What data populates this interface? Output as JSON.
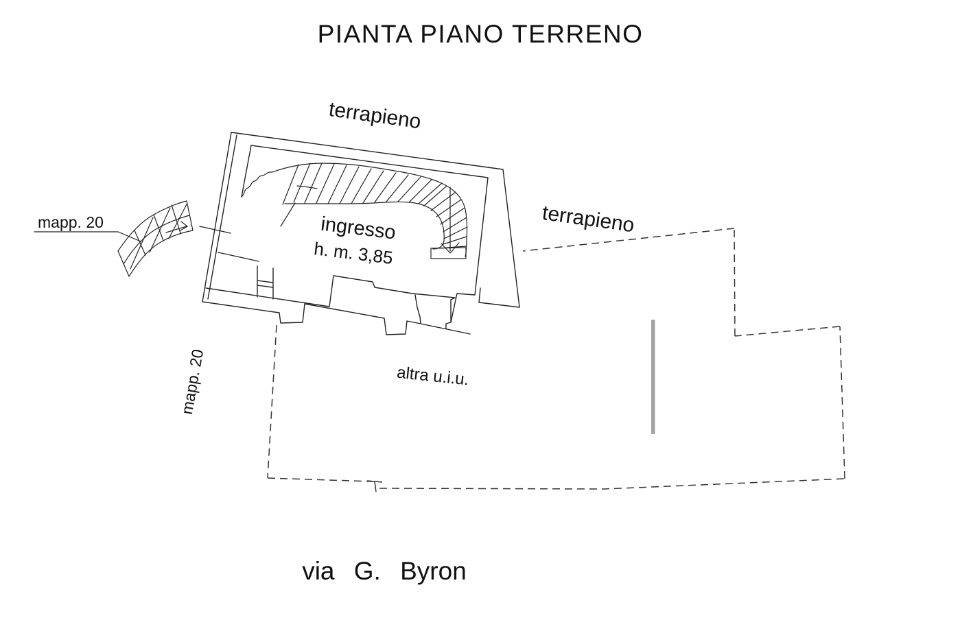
{
  "title": "PIANTA PIANO TERRENO",
  "labels": {
    "terrapieno_top": "terrapieno",
    "terrapieno_right": "terrapieno",
    "mapp20_left": "mapp. 20",
    "mapp20_side": "mapp. 20",
    "ingresso": "ingresso",
    "ingresso_height": "h. m. 3,85",
    "altra_uiu": "altra u.i.u.",
    "street": "via G. Byron"
  },
  "colors": {
    "line": "#222222",
    "dash": "#333333",
    "gray_bar": "#a3a3a3",
    "background": "#ffffff",
    "text": "#111111"
  }
}
